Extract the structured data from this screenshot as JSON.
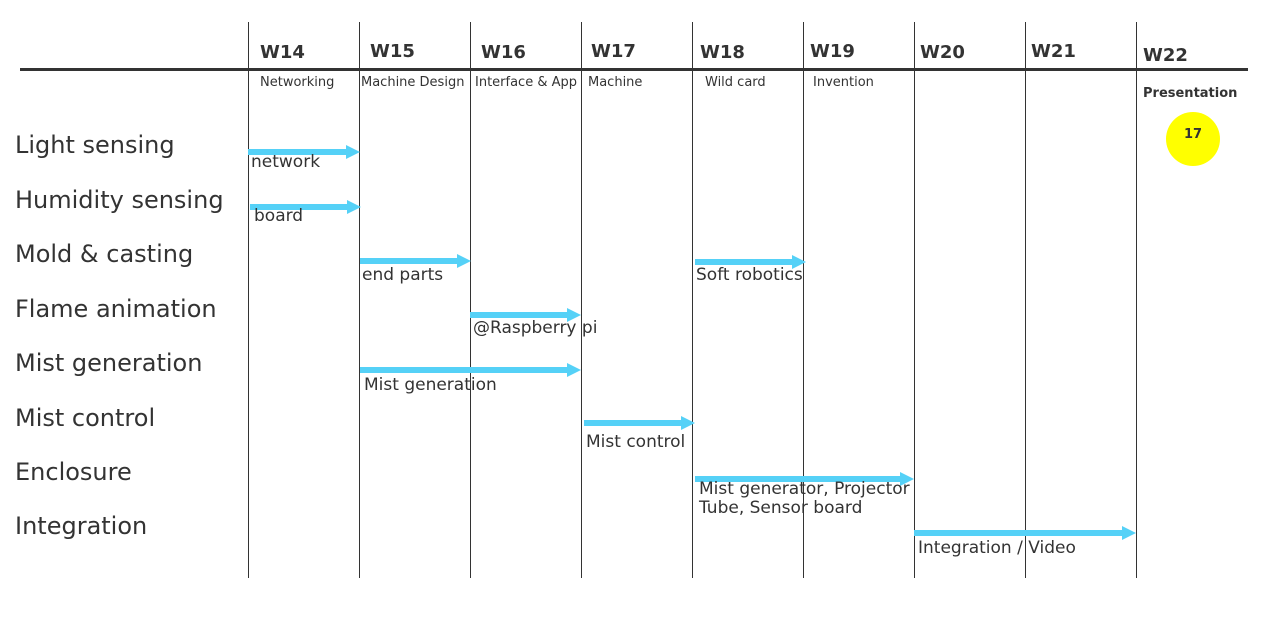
{
  "weeks": [
    {
      "label": "W14",
      "topic": "Networking"
    },
    {
      "label": "W15",
      "topic": "Machine Design"
    },
    {
      "label": "W16",
      "topic": "Interface & App"
    },
    {
      "label": "W17",
      "topic": "Machine"
    },
    {
      "label": "W18",
      "topic": "Wild card"
    },
    {
      "label": "W19",
      "topic": "Invention"
    },
    {
      "label": "W20",
      "topic": ""
    },
    {
      "label": "W21",
      "topic": ""
    },
    {
      "label": "W22",
      "topic": ""
    }
  ],
  "presentation": {
    "label": "Presentation",
    "date": "17"
  },
  "rows": [
    "Light sensing",
    "Humidity sensing",
    "Mold & casting",
    "Flame animation",
    "Mist generation",
    "Mist control",
    "Enclosure",
    "Integration"
  ],
  "tasks": [
    {
      "row": 0,
      "label": "network"
    },
    {
      "row": 1,
      "label": "board"
    },
    {
      "row": 2,
      "label": "end parts"
    },
    {
      "row": 2,
      "label": "Soft robotics"
    },
    {
      "row": 3,
      "label": "@Raspberry pi"
    },
    {
      "row": 4,
      "label": "Mist generation"
    },
    {
      "row": 5,
      "label": "Mist control"
    },
    {
      "row": 6,
      "label": "Mist generator, Projector\nTube, Sensor board"
    },
    {
      "row": 7,
      "label": "Integration / Video"
    }
  ],
  "colors": {
    "arrow": "#55d1f7",
    "presentation_circle": "#ffff00",
    "text": "#333333"
  }
}
